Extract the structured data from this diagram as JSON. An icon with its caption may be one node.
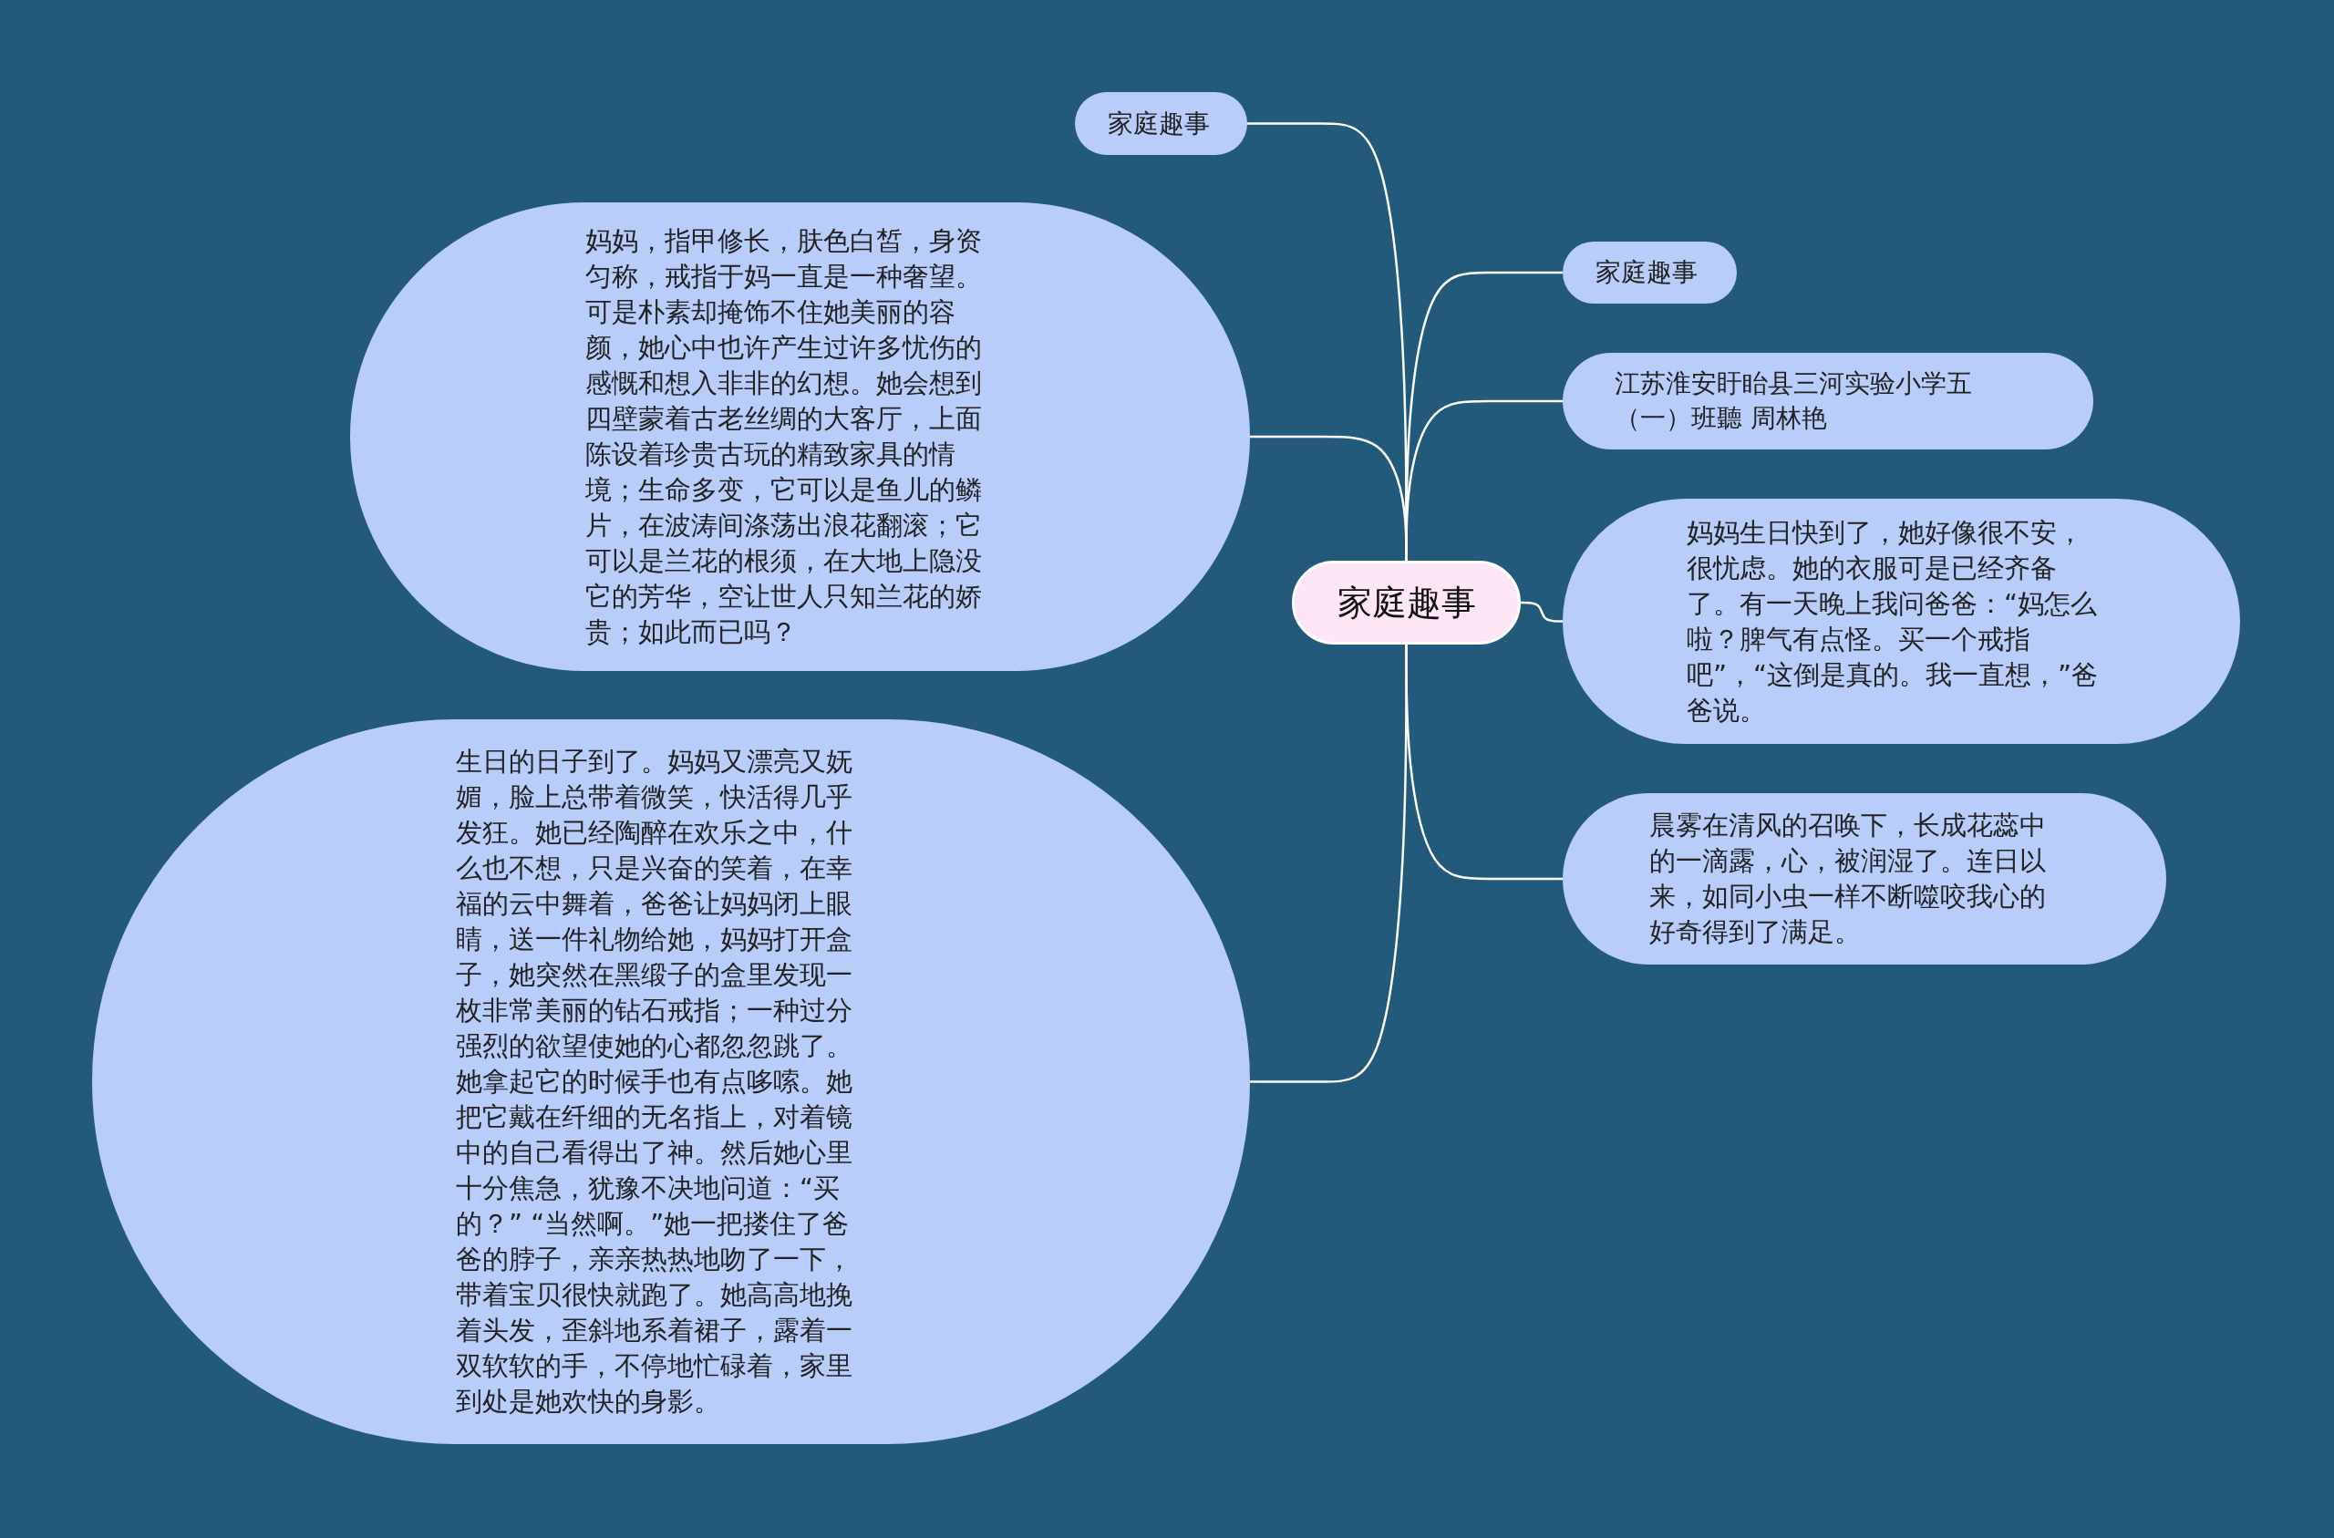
{
  "diagram": {
    "nodes": [
      {
        "text": [
          "家庭趣事"
        ]
      },
      {
        "text": [
          "家庭趣事"
        ]
      },
      {
        "text": [
          "妈妈，指甲修长，肤色白皙，身资匀称，戒指于妈一直是一种奢望。可是朴素却掩饰不住她美丽的容颜，她心中也许产生过许多忧伤的感慨和想入非非的幻想。她会想到四壁蒙着古老丝绸的大客厅，上面陈设着珍贵古玩的精致家具的情境；生命多变，它可以是鱼儿的鳞片，在波涛间涤荡出浪花翻滚；它可以是兰花的根须，在大地上隐没它的芳华，空让世人只知兰花的娇贵；如此而已吗？"
        ]
      },
      {
        "text": [
          "生日的日子到了。妈妈又漂亮又妩媚，脸上总带着微笑，快活得几乎发狂。她已经陶醉在欢乐之中，什么也不想，只是兴奋的笑着，在幸福的云中舞着，爸爸让妈妈闭上眼睛，送一件礼物给她，妈妈打开盒子，她突然在黑缎子的盒里发现一枚非常美丽的钻石戒指；一种过分强烈的欲望使她的心都忽忽跳了。她拿起它的时候手也有点哆嗦。她把它戴在纤细的无名指上，对着镜中的自己看得出了神。然后她心里十分焦急，犹豫不决地问道：“买的？” “当然啊。”她一把搂住了爸爸的脖子，亲亲热热地吻了一下，带着宝贝很快就跑了。她高高地挽着头发，歪斜地系着裙子，露着一双软软的手，不停地忙碌着，家里到处是她欢快的身影。"
        ]
      },
      {
        "text": [
          "家庭趣事"
        ]
      },
      {
        "text": [
          "江苏淮安盱眙县三河实验小学五（一）班聽 周林艳"
        ]
      },
      {
        "text": [
          "妈妈生日快到了，她好像很不安，很忧虑。她的衣服可是已经齐备了。有一天晚上我问爸爸：“妈怎么啦？脾气有点怪。买一个戒指吧”，“这倒是真的。我一直想，”爸爸说。"
        ]
      },
      {
        "text": [
          "晨雾在清风的召唤下，长成花蕊中的一滴露，心，被润湿了。连日以来，如同小虫一样不断噬咬我心的好奇得到了满足。"
        ]
      }
    ],
    "edges": [
      {
        "from": 0,
        "to": 1,
        "arrow": "none"
      },
      {
        "from": 0,
        "to": 2,
        "arrow": "none"
      },
      {
        "from": 0,
        "to": 3,
        "arrow": "none"
      },
      {
        "from": 0,
        "to": 4,
        "arrow": "none"
      },
      {
        "from": 0,
        "to": 5,
        "arrow": "none"
      },
      {
        "from": 0,
        "to": 6,
        "arrow": "none"
      },
      {
        "from": 0,
        "to": 7,
        "arrow": "none"
      }
    ]
  }
}
